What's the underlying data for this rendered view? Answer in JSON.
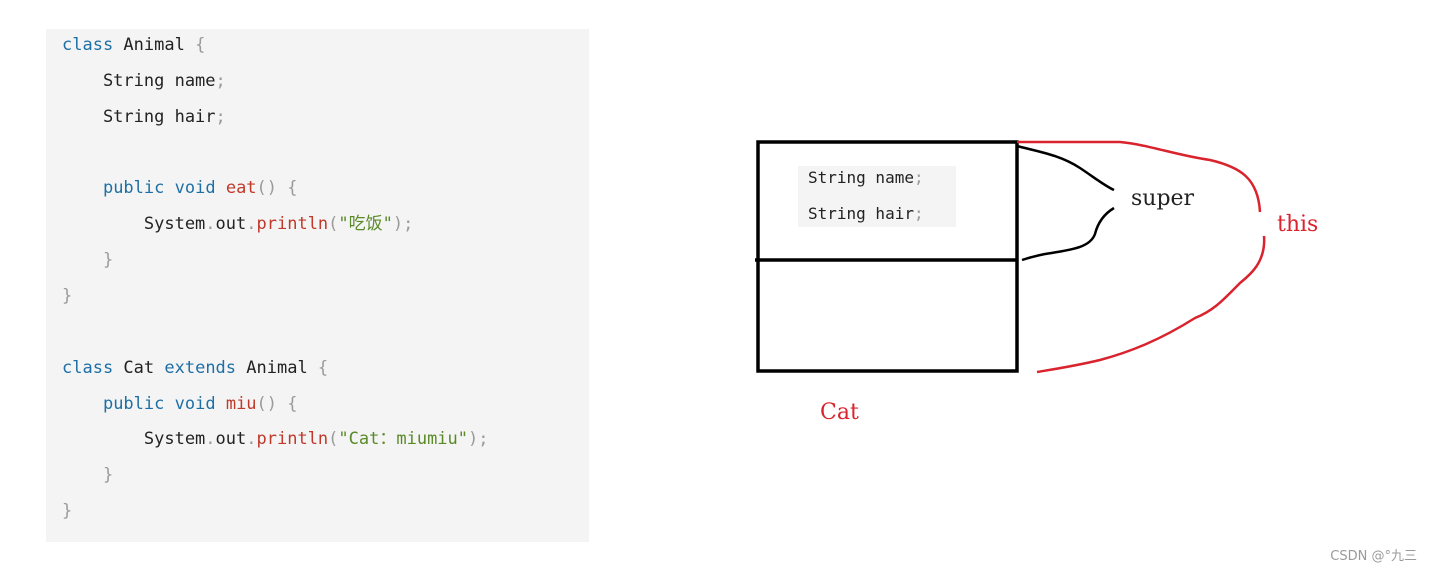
{
  "colors": {
    "keyword": "#1e6fa5",
    "function": "#c0392b",
    "string": "#5a8a28",
    "punctuation": "#9a9a9a",
    "text": "#222222",
    "code_bg": "#f4f4f4",
    "this_red": "#d9232d"
  },
  "code": {
    "lines": [
      [
        {
          "t": "class",
          "c": "kw"
        },
        {
          "t": " Animal ",
          "c": "plain"
        },
        {
          "t": "{",
          "c": "punc"
        }
      ],
      [
        {
          "t": "    String name",
          "c": "plain"
        },
        {
          "t": ";",
          "c": "punc"
        }
      ],
      [
        {
          "t": "    String hair",
          "c": "plain"
        },
        {
          "t": ";",
          "c": "punc"
        }
      ],
      [],
      [
        {
          "t": "    ",
          "c": "plain"
        },
        {
          "t": "public",
          "c": "kw"
        },
        {
          "t": " ",
          "c": "plain"
        },
        {
          "t": "void",
          "c": "kw"
        },
        {
          "t": " ",
          "c": "plain"
        },
        {
          "t": "eat",
          "c": "fn"
        },
        {
          "t": "() {",
          "c": "punc"
        }
      ],
      [
        {
          "t": "        System",
          "c": "plain"
        },
        {
          "t": ".",
          "c": "punc"
        },
        {
          "t": "out",
          "c": "plain"
        },
        {
          "t": ".",
          "c": "punc"
        },
        {
          "t": "println",
          "c": "fn"
        },
        {
          "t": "(",
          "c": "punc"
        },
        {
          "t": "\"吃饭\"",
          "c": "str"
        },
        {
          "t": ");",
          "c": "punc"
        }
      ],
      [
        {
          "t": "    }",
          "c": "punc"
        }
      ],
      [
        {
          "t": "}",
          "c": "punc"
        }
      ],
      [],
      [
        {
          "t": "class",
          "c": "kw"
        },
        {
          "t": " Cat ",
          "c": "plain"
        },
        {
          "t": "extends",
          "c": "kw"
        },
        {
          "t": " Animal ",
          "c": "plain"
        },
        {
          "t": "{",
          "c": "punc"
        }
      ],
      [
        {
          "t": "    ",
          "c": "plain"
        },
        {
          "t": "public",
          "c": "kw"
        },
        {
          "t": " ",
          "c": "plain"
        },
        {
          "t": "void",
          "c": "kw"
        },
        {
          "t": " ",
          "c": "plain"
        },
        {
          "t": "miu",
          "c": "fn"
        },
        {
          "t": "() {",
          "c": "punc"
        }
      ],
      [
        {
          "t": "        System",
          "c": "plain"
        },
        {
          "t": ".",
          "c": "punc"
        },
        {
          "t": "out",
          "c": "plain"
        },
        {
          "t": ".",
          "c": "punc"
        },
        {
          "t": "println",
          "c": "fn"
        },
        {
          "t": "(",
          "c": "punc"
        },
        {
          "t": "\"Cat：miumiu\"",
          "c": "str"
        },
        {
          "t": ");",
          "c": "punc"
        }
      ],
      [
        {
          "t": "    }",
          "c": "punc"
        }
      ],
      [
        {
          "t": "}",
          "c": "punc"
        }
      ]
    ]
  },
  "diagram": {
    "inner_lines": [
      [
        {
          "t": "String name",
          "c": "plain"
        },
        {
          "t": ";",
          "c": "punc"
        }
      ],
      [
        {
          "t": "String hair",
          "c": "plain"
        },
        {
          "t": ";",
          "c": "punc"
        }
      ]
    ],
    "super_label": "super",
    "this_label": "this",
    "cat_label": "Cat"
  },
  "watermark": "CSDN @°九三"
}
